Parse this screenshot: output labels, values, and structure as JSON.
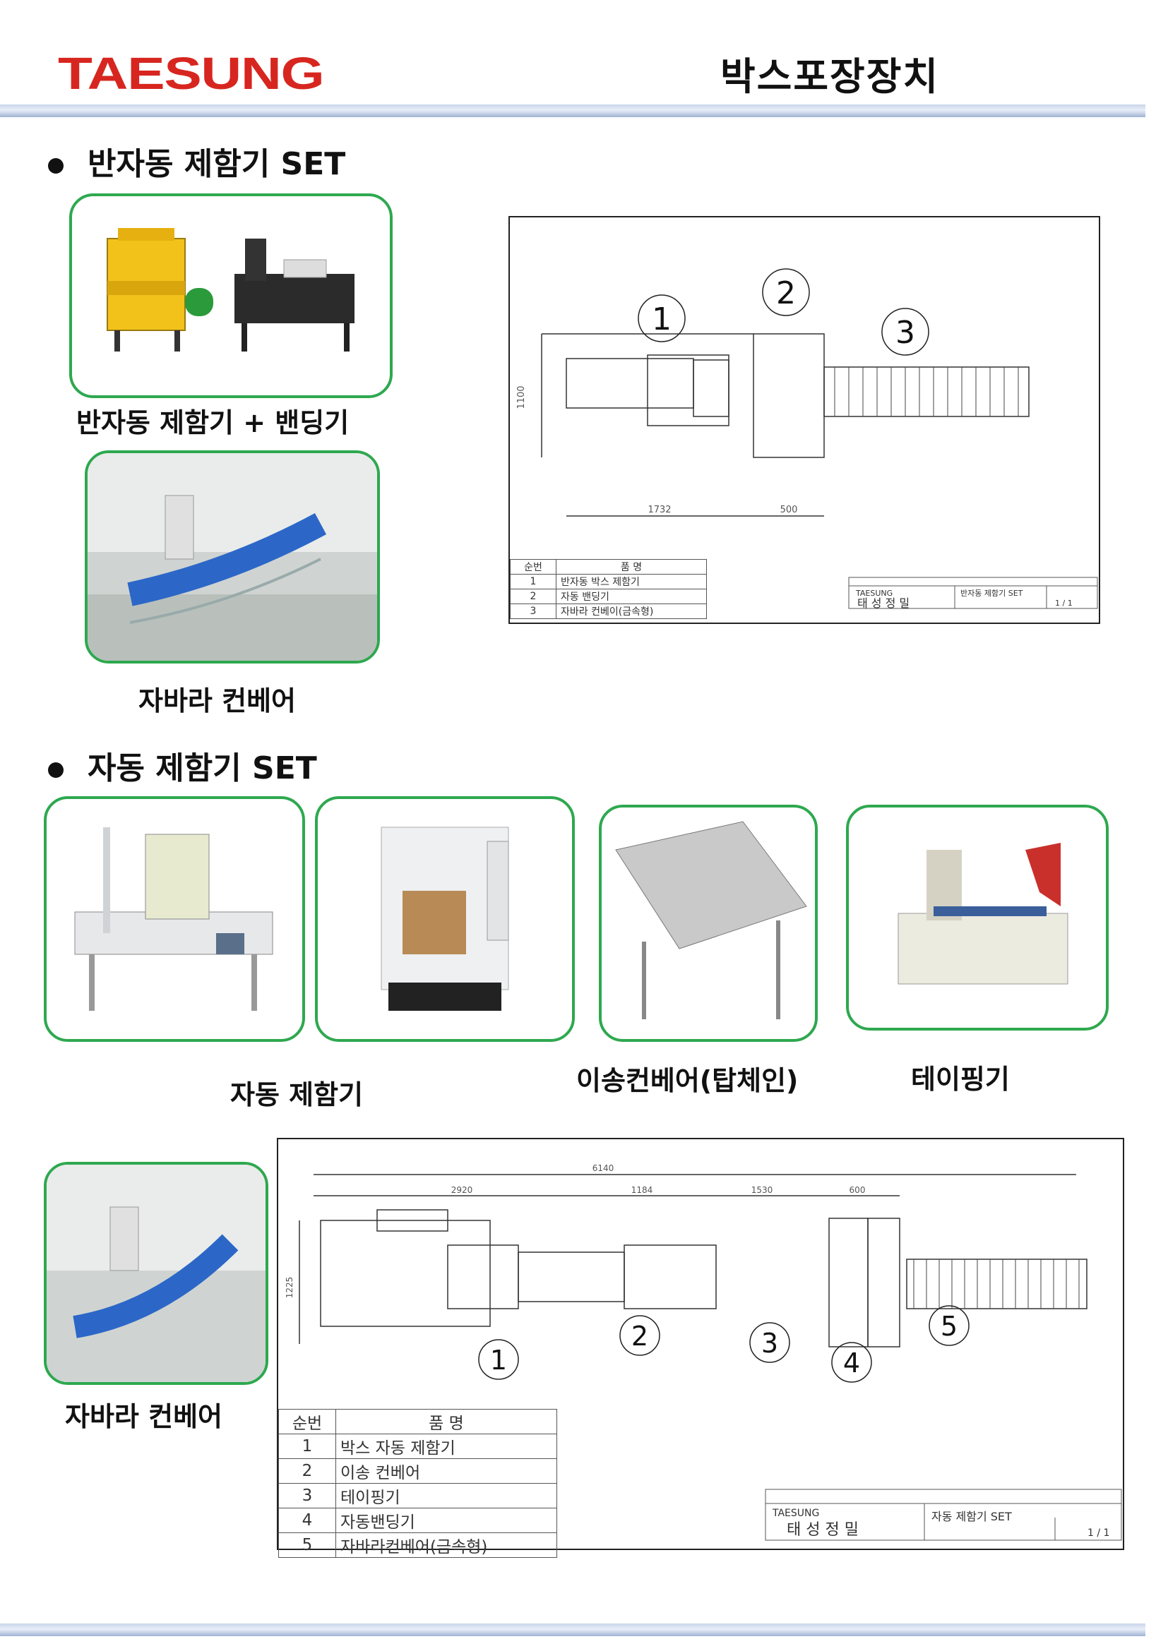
{
  "header": {
    "logo_text": "TAESUNG",
    "page_title": "박스포장장치"
  },
  "section1": {
    "title": "반자동 제함기 SET",
    "photo1_caption": "반자동 제함기 + 밴딩기",
    "photo2_caption": "자바라 컨베어",
    "drawing": {
      "callouts": [
        "1",
        "2",
        "3"
      ],
      "dim_height": "1100",
      "dim_width_1": "1732",
      "dim_width_2": "500",
      "parts_header": {
        "no": "순번",
        "name": "품          명"
      },
      "parts": [
        {
          "no": "1",
          "name": "반자동 박스 제함기"
        },
        {
          "no": "2",
          "name": "자동 밴딩기"
        },
        {
          "no": "3",
          "name": "자바라 컨베이(금속형)"
        }
      ],
      "title_block": {
        "brand": "TAESUNG",
        "company": "태 성 정 밀",
        "drawing_title": "반자동 제함기 SET",
        "sheet": "1 / 1"
      }
    }
  },
  "section2": {
    "title": "자동 제함기 SET",
    "caption_auto": "자동 제함기",
    "caption_transfer": "이송컨베어(탑체인)",
    "caption_taping": "테이핑기",
    "caption_bellows": "자바라 컨베어",
    "drawing": {
      "callouts": [
        "1",
        "2",
        "3",
        "4",
        "5"
      ],
      "dim_total": "6140",
      "dims": [
        "2920",
        "1184",
        "1530",
        "600"
      ],
      "dim_height": "1225",
      "parts_header": {
        "no": "순번",
        "name": "품          명"
      },
      "parts": [
        {
          "no": "1",
          "name": "박스 자동 제함기"
        },
        {
          "no": "2",
          "name": "이송 컨베어"
        },
        {
          "no": "3",
          "name": "테이핑기"
        },
        {
          "no": "4",
          "name": "자동밴딩기"
        },
        {
          "no": "5",
          "name": "자바라컨베어(금속형)"
        }
      ],
      "title_block": {
        "brand": "TAESUNG",
        "company": "태 성 정 밀",
        "drawing_title": "자동 제함기 SET",
        "sheet": "1 / 1"
      }
    }
  },
  "colors": {
    "brand_red": "#d7261f",
    "frame_green": "#2ea84f",
    "rule_blue": "#b8c8e3"
  }
}
